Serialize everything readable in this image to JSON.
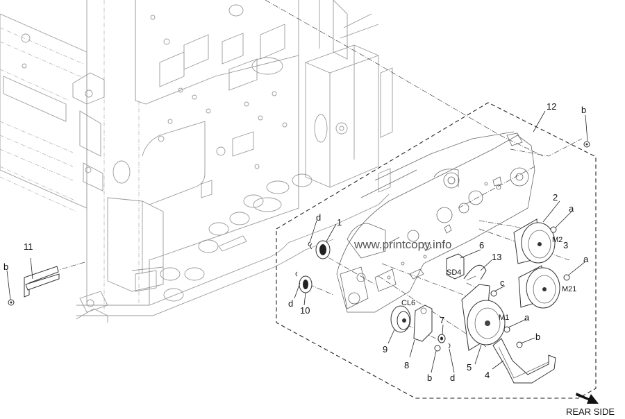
{
  "diagram": {
    "title": "Drive unit exploded parts diagram",
    "watermark": "www.printcopy.info",
    "orientation_label": "REAR SIDE",
    "assembly_callout": "12",
    "parts": [
      {
        "ref": "1",
        "name": "gear"
      },
      {
        "ref": "2",
        "name": "motor M2"
      },
      {
        "ref": "3",
        "name": "motor M21"
      },
      {
        "ref": "4",
        "name": "harness guide"
      },
      {
        "ref": "5",
        "name": "motor M1"
      },
      {
        "ref": "6",
        "name": "solenoid SD4"
      },
      {
        "ref": "7",
        "name": "bushing"
      },
      {
        "ref": "8",
        "name": "bracket"
      },
      {
        "ref": "9",
        "name": "clutch CL6"
      },
      {
        "ref": "10",
        "name": "gear"
      },
      {
        "ref": "11",
        "name": "bracket"
      },
      {
        "ref": "13",
        "name": "spring"
      }
    ],
    "component_codes": {
      "m1": "M1",
      "m2": "M2",
      "m21": "M21",
      "sd4": "SD4",
      "cl6": "CL6"
    },
    "fasteners": {
      "a": "a",
      "b": "b",
      "c": "c",
      "d": "d"
    },
    "labels": {
      "n1": "1",
      "n2": "2",
      "n3": "3",
      "n4": "4",
      "n5": "5",
      "n6": "6",
      "n7": "7",
      "n8": "8",
      "n9": "9",
      "n10": "10",
      "n11": "11",
      "n12": "12",
      "n13": "13"
    }
  }
}
